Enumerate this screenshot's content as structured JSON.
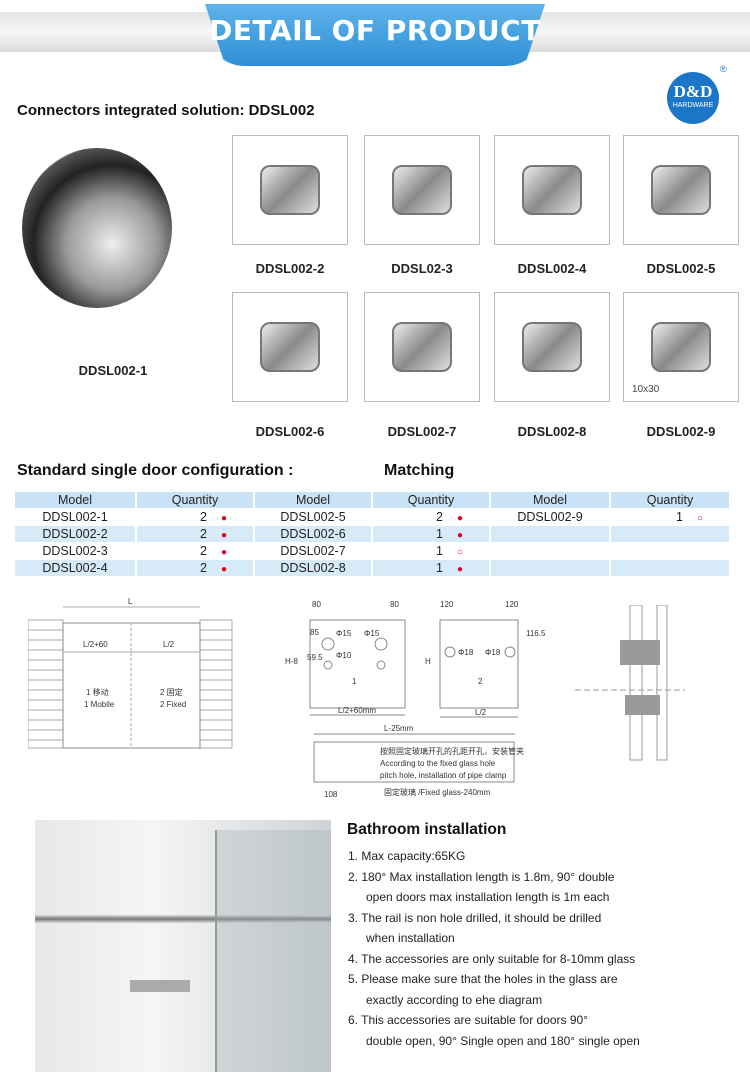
{
  "banner": {
    "title": "DETAIL OF PRODUCT"
  },
  "logo": {
    "brand": "D&D",
    "sub": "HARDWARE",
    "reg": "®"
  },
  "section1": {
    "title": "Connectors integrated solution: DDSL002"
  },
  "products": [
    {
      "label": "DDSL002-1"
    },
    {
      "label": "DDSL002-2"
    },
    {
      "label": "DDSL02-3"
    },
    {
      "label": "DDSL002-4"
    },
    {
      "label": "DDSL002-5"
    },
    {
      "label": "DDSL002-6"
    },
    {
      "label": "DDSL002-7"
    },
    {
      "label": "DDSL002-8"
    },
    {
      "label": "DDSL002-9",
      "note": "10x30"
    }
  ],
  "section2": {
    "title": "Standard single door configuration :",
    "matching": "Matching"
  },
  "table": {
    "headers": [
      "Model",
      "Quantity",
      "Model",
      "Quantity",
      "Model",
      "Quantity"
    ],
    "rows": [
      [
        {
          "m": "DDSL002-1",
          "q": "2",
          "d": "●"
        },
        {
          "m": "DDSL002-5",
          "q": "2",
          "d": "●"
        },
        {
          "m": "DDSL002-9",
          "q": "1",
          "d": "○"
        }
      ],
      [
        {
          "m": "DDSL002-2",
          "q": "2",
          "d": "●"
        },
        {
          "m": "DDSL002-6",
          "q": "1",
          "d": "●"
        },
        {
          "m": "",
          "q": "",
          "d": ""
        }
      ],
      [
        {
          "m": "DDSL002-3",
          "q": "2",
          "d": "●"
        },
        {
          "m": "DDSL002-7",
          "q": "1",
          "d": "○"
        },
        {
          "m": "",
          "q": "",
          "d": ""
        }
      ],
      [
        {
          "m": "DDSL002-4",
          "q": "2",
          "d": "●"
        },
        {
          "m": "DDSL002-8",
          "q": "1",
          "d": "●"
        },
        {
          "m": "",
          "q": "",
          "d": ""
        }
      ]
    ]
  },
  "diagram1": {
    "L": "L",
    "left": "L/2+60",
    "right": "L/2",
    "mobile_cn": "1 移动",
    "mobile": "1 Mobile",
    "fixed_cn": "2 固定",
    "fixed": "2 Fixed"
  },
  "diagram2": {
    "d80a": "80",
    "d80b": "80",
    "d85": "85",
    "d595": "59.5",
    "phi15a": "Φ15",
    "phi15b": "Φ15",
    "phi10": "Φ10",
    "h8": "H-8",
    "n1": "1",
    "w1": "L/2+60mm",
    "d120a": "120",
    "d120b": "120",
    "d1165": "116.5",
    "phi18a": "Φ18",
    "phi18b": "Φ18",
    "h": "H",
    "n2": "2",
    "w2": "L/2",
    "l25": "L-25mm",
    "note_cn": "按照固定玻璃开孔的孔距开孔，安装管夹",
    "note1": "According to the fixed glass hole",
    "note2": "pitch hole, installation of pipe clamp",
    "d108": "108",
    "fixed": "固定玻璃 /Fixed glass-240mm"
  },
  "install": {
    "title": "Bathroom installation",
    "items": [
      [
        "1. Max capacity:65KG"
      ],
      [
        "2. 180° Max installation length is 1.8m, 90° double",
        "open doors max installation length is 1m each"
      ],
      [
        "3. The rail is non hole drilled, it should be drilled",
        "when installation"
      ],
      [
        "4. The accessories are only suitable for 8-10mm glass"
      ],
      [
        "5. Please make sure that the holes in the glass are",
        "exactly according to ehe diagram"
      ],
      [
        "6. This accessories are suitable for doors 90°",
        "double open, 90° Single open and 180° single open"
      ]
    ]
  }
}
